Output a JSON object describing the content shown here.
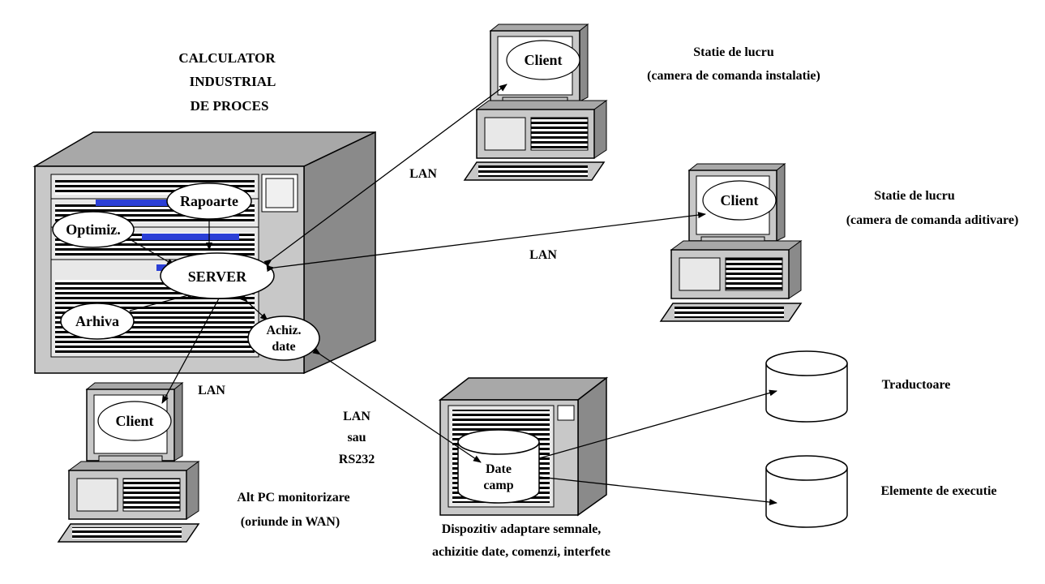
{
  "title_block": {
    "line1": "CALCULATOR",
    "line2": "INDUSTRIAL",
    "line3": "DE PROCES"
  },
  "server_nodes": {
    "rapoarte": "Rapoarte",
    "optimiz": "Optimiz.",
    "server": "SERVER",
    "arhiva": "Arhiva",
    "achiz_line1": "Achiz.",
    "achiz_line2": "date"
  },
  "clients": {
    "client_top": "Client",
    "client_right": "Client",
    "client_left": "Client"
  },
  "workstation1": {
    "line1": "Statie de lucru",
    "line2": "(camera de comanda instalatie)"
  },
  "workstation2": {
    "line1": "Statie de lucru",
    "line2": "(camera de comanda aditivare)"
  },
  "monitor_pc": {
    "line1": "Alt PC monitorizare",
    "line2": "(oriunde in WAN)"
  },
  "links": {
    "lan_top": "LAN",
    "lan_right": "LAN",
    "lan_bottom": "LAN",
    "lan_rs_line1": "LAN",
    "lan_rs_line2": "sau",
    "lan_rs_line3": "RS232"
  },
  "device": {
    "cyl_line1": "Date",
    "cyl_line2": "camp",
    "caption_line1": "Dispozitiv adaptare semnale,",
    "caption_line2": "achizitie date, comenzi, interfete"
  },
  "field": {
    "traductoare": "Traductoare",
    "elemente": "Elemente de executie"
  },
  "colors": {
    "stripe_blue": "#2b3fd6",
    "case_gray": "#c0c0c0",
    "case_dark": "#808080"
  }
}
